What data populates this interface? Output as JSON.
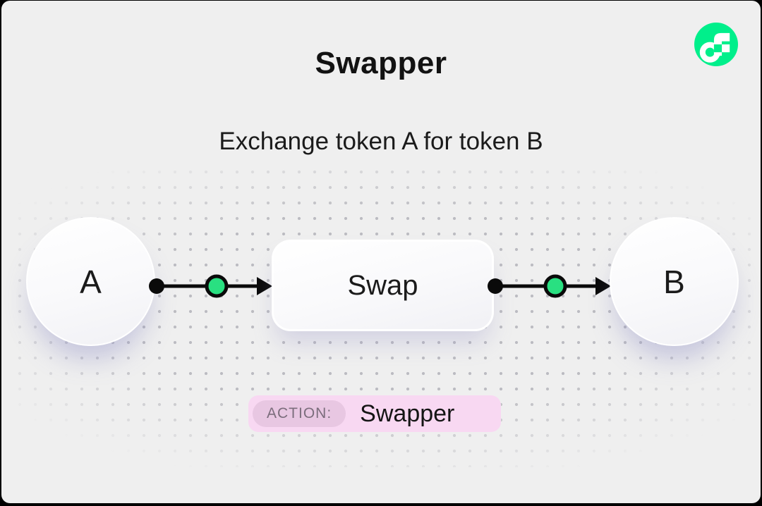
{
  "page": {
    "background": "#EFEFEF",
    "frame_color": "#000000"
  },
  "header": {
    "title": "Swapper",
    "subtitle": "Exchange token A for token B"
  },
  "logo": {
    "name": "flow-logo",
    "brand_color": "#00EF8B"
  },
  "diagram": {
    "nodes": {
      "input": {
        "label": "A",
        "shape": "circle"
      },
      "process": {
        "label": "Swap",
        "shape": "rounded-rect"
      },
      "output": {
        "label": "B",
        "shape": "circle"
      }
    },
    "connector": {
      "line_color": "#0A0A0A",
      "start_dot_color": "#0A0A0A",
      "accent_dot_color": "#29E081",
      "direction": "left-to-right"
    }
  },
  "action_badge": {
    "label": "ACTION:",
    "value": "Swapper",
    "background": "#F8D8F2",
    "label_background": "#E8C7E2",
    "label_color": "#7B6D7C"
  }
}
